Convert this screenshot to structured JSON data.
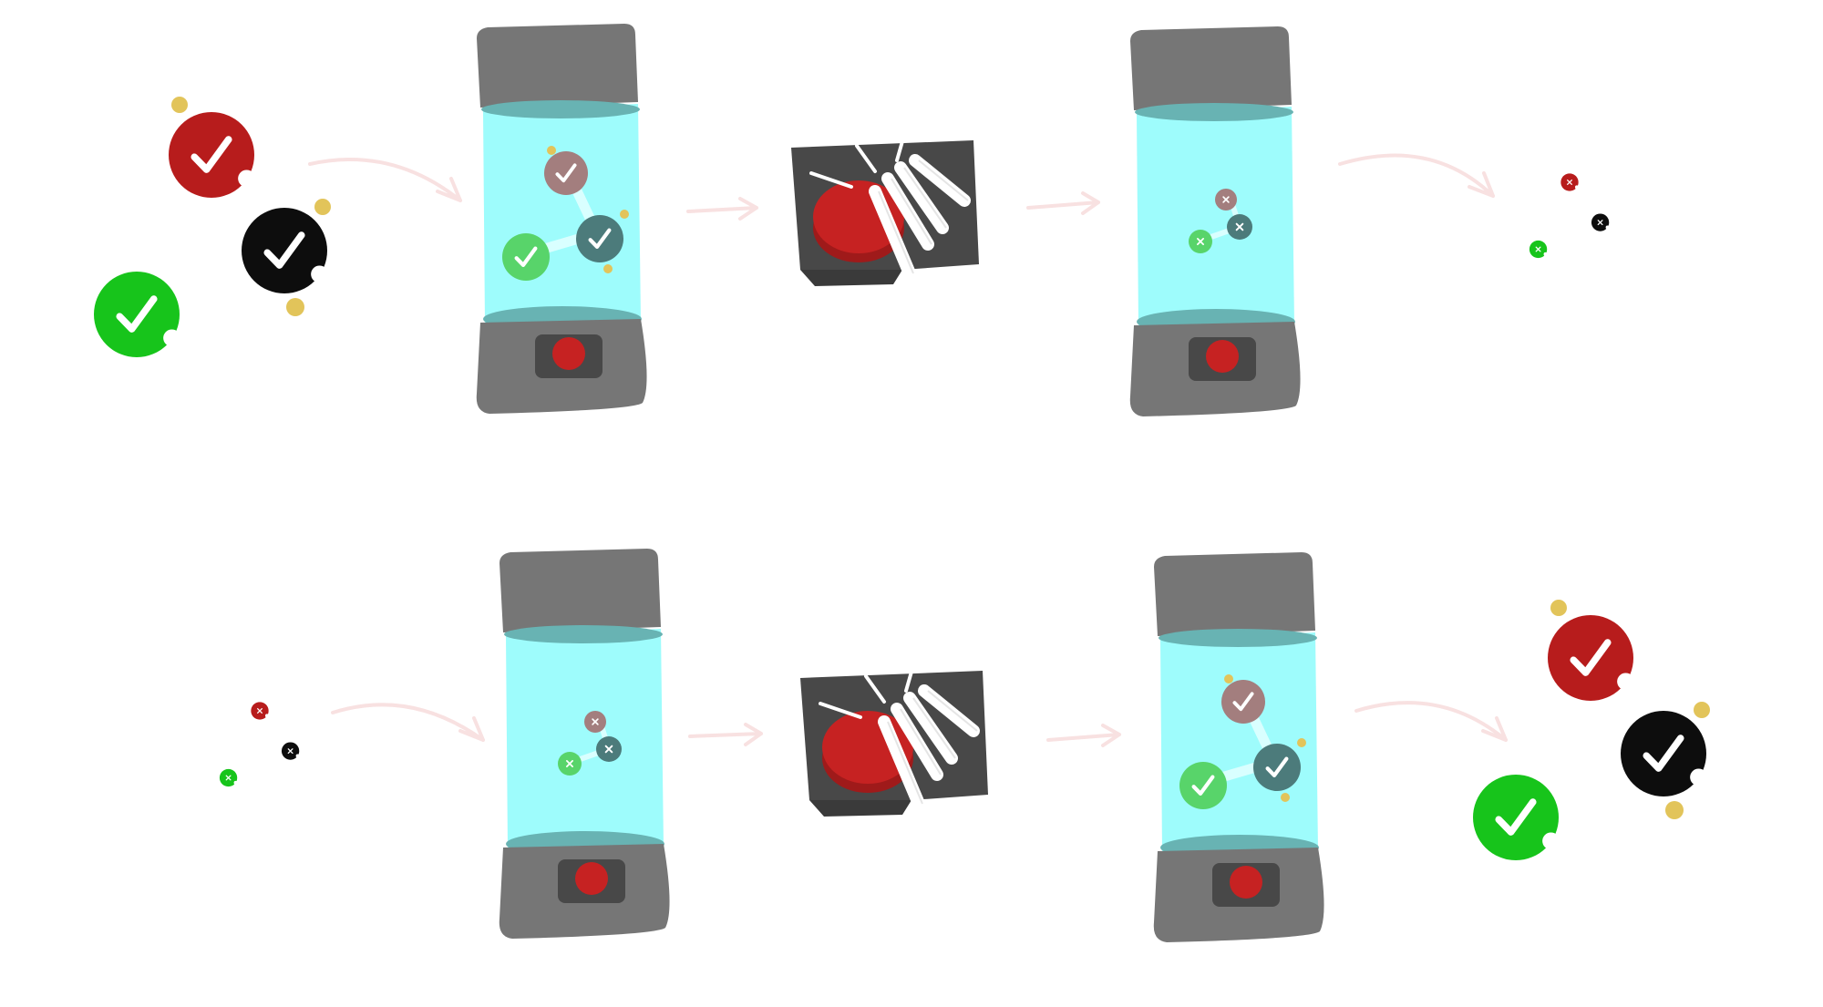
{
  "colors": {
    "molecule_red": "#b71c1c",
    "molecule_black": "#0d0d0d",
    "molecule_green": "#17c41b",
    "gold_dot": "#e2c45a",
    "device_gray": "#767676",
    "device_dark": "#484848",
    "fluid_cyan": "#9efcfc",
    "fluid_band": "#68b3b3",
    "button_red": "#c62222",
    "inner_mauve": "#a37e7e",
    "inner_teal": "#4c7b7b",
    "inner_green": "#58d46a",
    "arrow_pink": "#f8e1e1",
    "hand_white": "#ffffff"
  },
  "diagram": {
    "rows": [
      {
        "input_state": "active",
        "pod_in_state": "active",
        "pod_out_state": "inactive",
        "output_state": "inactive"
      },
      {
        "input_state": "inactive",
        "pod_in_state": "inactive",
        "pod_out_state": "active",
        "output_state": "active"
      }
    ],
    "icons": {
      "active_mark": "check-icon",
      "inactive_mark": "x-icon",
      "device": "pod-device",
      "trigger": "press-button-icon",
      "pointer": "hand-icon"
    }
  }
}
